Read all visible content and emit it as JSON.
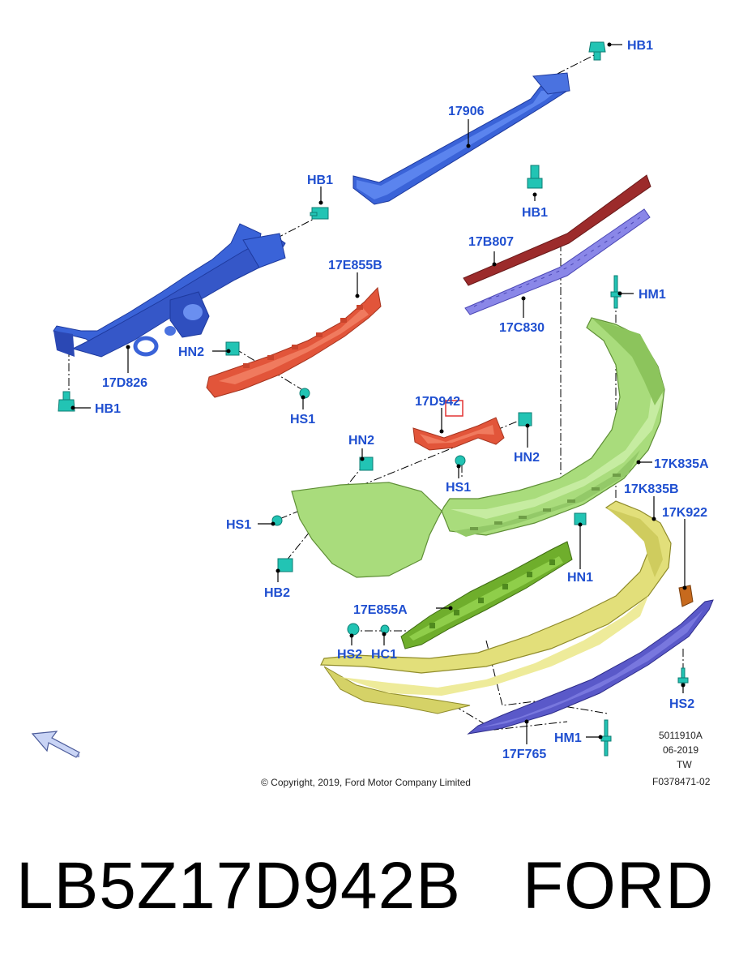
{
  "labels": {
    "hb1_top": "HB1",
    "p17906": "17906",
    "hb1_mid": "HB1",
    "hb1_left": "HB1",
    "p17b807": "17B807",
    "p17e855b": "17E855B",
    "hm1_top": "HM1",
    "p17c830": "17C830",
    "hn2_left": "HN2",
    "p17d826": "17D826",
    "hb1_bottom": "HB1",
    "hs1_upper": "HS1",
    "p17d942": "17D942",
    "hn2_mid": "HN2",
    "hn2_right": "HN2",
    "hs1_mid": "HS1",
    "p17k835a": "17K835A",
    "p17k835b": "17K835B",
    "p17k922": "17K922",
    "hs1_left": "HS1",
    "hn1": "HN1",
    "hb2": "HB2",
    "p17e855a": "17E855A",
    "hs2_left": "HS2",
    "hc1": "HC1",
    "hs2_right": "HS2",
    "hm1_bottom": "HM1",
    "p17f765": "17F765"
  },
  "meta": {
    "code": "5011910A",
    "date": "06-2019",
    "region": "TW",
    "ref": "F0378471-02",
    "copyright": "© Copyright, 2019, Ford Motor Company Limited"
  },
  "footer": {
    "part_number": "LB5Z17D942B",
    "brand": "FORD"
  },
  "colors": {
    "callout": "#1f4fd0",
    "beam_blue": "#3a63d8",
    "bracket_red": "#e2553a",
    "strip_dark_red": "#9c2b2b",
    "strip_purple": "#7b78dd",
    "bumper_green": "#a9dc7c",
    "absorber_green": "#6fae2c",
    "cover_yellow": "#e2df7a",
    "valance_blue": "#5a59c9",
    "fastener_teal": "#22c4b4",
    "highlight": "#e23333"
  },
  "icons": [
    "fastener-icon",
    "view-direction-arrow-icon"
  ]
}
